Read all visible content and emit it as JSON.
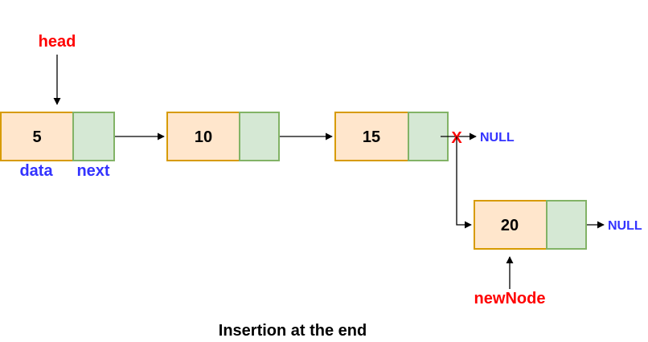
{
  "nodes": [
    {
      "value": "5"
    },
    {
      "value": "10"
    },
    {
      "value": "15"
    },
    {
      "value": "20"
    }
  ],
  "labels": {
    "head": "head",
    "data": "data",
    "next": "next",
    "null_top": "NULL",
    "null_bottom": "NULL",
    "new_node": "newNode",
    "cut_mark": "X"
  },
  "caption": "Insertion at the end",
  "colors": {
    "data_fill": "#FFE6CC",
    "data_stroke": "#D79B00",
    "next_fill": "#D5E8D4",
    "next_stroke": "#82B366",
    "pointer_label": "#FF0000",
    "field_label": "#3333FF",
    "arrow": "#000000"
  }
}
